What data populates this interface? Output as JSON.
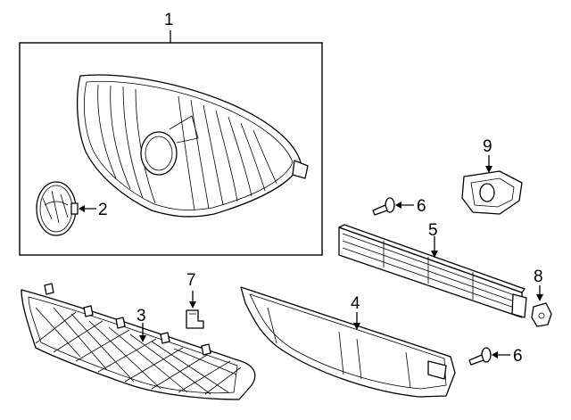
{
  "diagram": {
    "callouts": {
      "c1": "1",
      "c2": "2",
      "c3": "3",
      "c4": "4",
      "c5": "5",
      "c6a": "6",
      "c6b": "6",
      "c7": "7",
      "c8": "8",
      "c9": "9"
    }
  }
}
